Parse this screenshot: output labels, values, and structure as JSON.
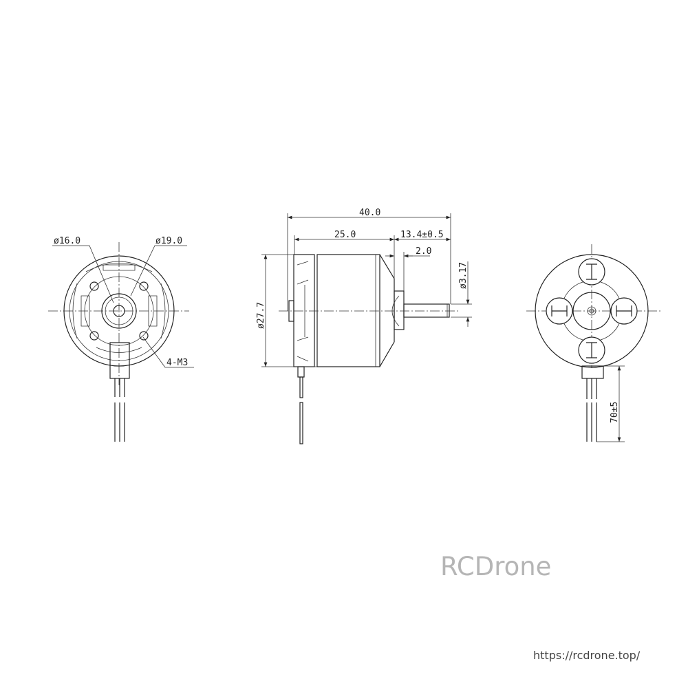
{
  "front_view": {
    "dim_inner": "ø16.0",
    "dim_outer": "ø19.0",
    "mount_holes": "4-M3"
  },
  "side_view": {
    "overall_length": "40.0",
    "body_length": "25.0",
    "shaft_length": "13.4±0.5",
    "boss_length": "2.0",
    "body_diameter": "ø27.7",
    "shaft_diameter": "ø3.17"
  },
  "rear_view": {
    "lead_length": "70±5"
  },
  "watermark": "RCDrone",
  "source_url": "https://rcdrone.top/"
}
